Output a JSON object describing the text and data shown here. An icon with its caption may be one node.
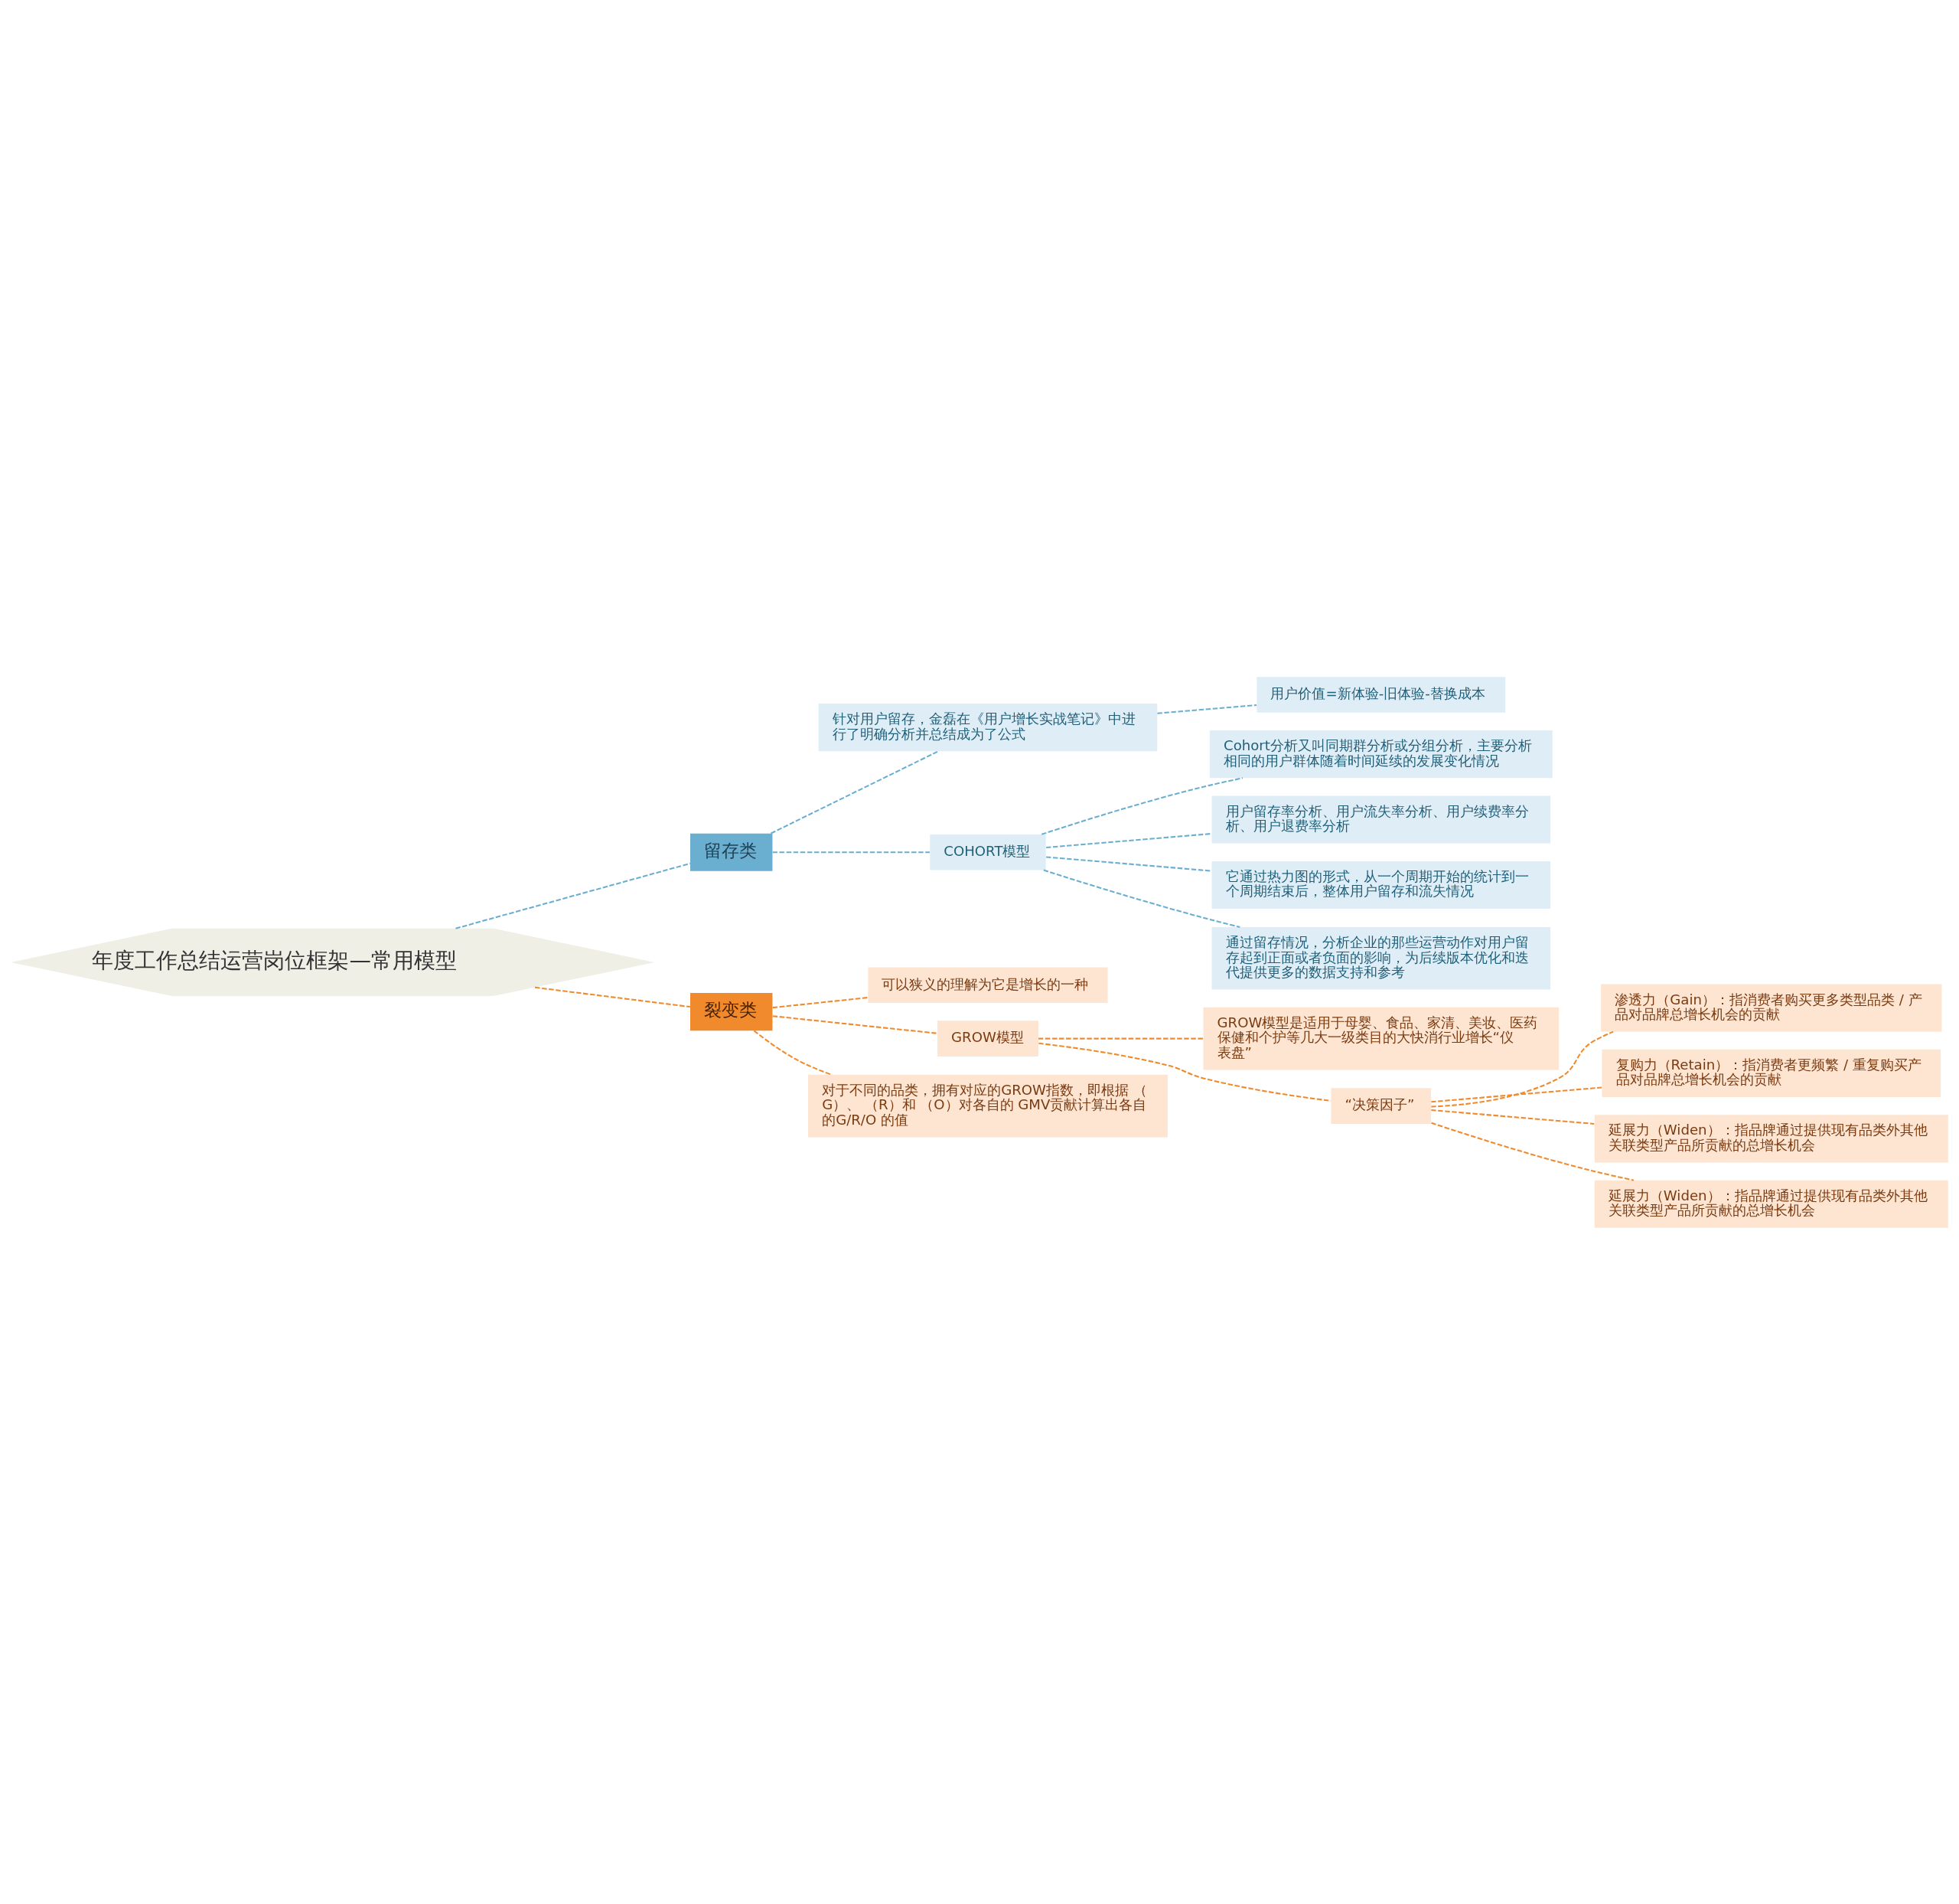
{
  "diagram": {
    "nodes": [
      {
        "text": [
          "年度工作总结运营岗位框架—常用模型"
        ]
      },
      {
        "text": [
          "留存类"
        ]
      },
      {
        "text": [
          "针对用户留存，金磊在《用户增长实战笔记》中进行了明确分析并总结成为了公式"
        ]
      },
      {
        "text": [
          "用户价值=新体验-旧体验-替换成本"
        ]
      },
      {
        "text": [
          "COHORT模型"
        ]
      },
      {
        "text": [
          "Cohort分析又叫同期群分析或分组分析，主要分析相同的用户群体随着时间延续的发展变化情况"
        ]
      },
      {
        "text": [
          "用户留存率分析、用户流失率分析、用户续费率分析、用户退费率分析"
        ]
      },
      {
        "text": [
          "它通过热力图的形式，从一个周期开始的统计到一个周期结束后，整体用户留存和流失情况"
        ]
      },
      {
        "text": [
          "通过留存情况，分析企业的那些运营动作对用户留存起到正面或者负面的影响，为后续版本优化和迭代提供更多的数据支持和参考"
        ]
      },
      {
        "text": [
          "裂变类"
        ]
      },
      {
        "text": [
          "可以狭义的理解为它是增长的一种"
        ]
      },
      {
        "text": [
          "GROW模型"
        ]
      },
      {
        "text": [
          "GROW模型是适用于母婴、食品、家清、美妆、医药保健和个护等几大一级类目的大快消行业增长“仪表盘”"
        ]
      },
      {
        "text": [
          "“决策因子”"
        ]
      },
      {
        "text": [
          "渗透力（Gain）：指消费者购买更多类型品类 / 产品对品牌总增长机会的贡献"
        ]
      },
      {
        "text": [
          "复购力（Retain）：指消费者更频繁 / 重复购买产品对品牌总增长机会的贡献"
        ]
      },
      {
        "text": [
          "延展力（Widen）：指品牌通过提供现有品类外其他关联类型产品所贡献的总增长机会"
        ]
      },
      {
        "text": [
          "延展力（Widen）：指品牌通过提供现有品类外其他关联类型产品所贡献的总增长机会"
        ]
      },
      {
        "text": [
          "对于不同的品类，拥有对应的GROW指数，即根据 （G）、 （R）和 （O）对各自的 GMV贡献计算出各自的G/R/O 的值"
        ]
      }
    ],
    "edges": [
      {
        "from": 0,
        "to": 1,
        "arrow": "none",
        "style": "dashed",
        "color": "#6aaed0"
      },
      {
        "from": 1,
        "to": 2,
        "arrow": "none",
        "style": "dashed",
        "color": "#6aaed0"
      },
      {
        "from": 2,
        "to": 3,
        "arrow": "none",
        "style": "dashed",
        "color": "#6aaed0"
      },
      {
        "from": 1,
        "to": 4,
        "arrow": "none",
        "style": "dashed",
        "color": "#6aaed0"
      },
      {
        "from": 4,
        "to": 5,
        "arrow": "none",
        "style": "dashed",
        "color": "#6aaed0"
      },
      {
        "from": 4,
        "to": 6,
        "arrow": "none",
        "style": "dashed",
        "color": "#6aaed0"
      },
      {
        "from": 4,
        "to": 7,
        "arrow": "none",
        "style": "dashed",
        "color": "#6aaed0"
      },
      {
        "from": 4,
        "to": 8,
        "arrow": "none",
        "style": "dashed",
        "color": "#6aaed0"
      },
      {
        "from": 0,
        "to": 9,
        "arrow": "none",
        "style": "dashed",
        "color": "#f08a2c"
      },
      {
        "from": 9,
        "to": 10,
        "arrow": "none",
        "style": "dashed",
        "color": "#f08a2c"
      },
      {
        "from": 9,
        "to": 11,
        "arrow": "none",
        "style": "dashed",
        "color": "#f08a2c"
      },
      {
        "from": 11,
        "to": 12,
        "arrow": "none",
        "style": "dashed",
        "color": "#f08a2c"
      },
      {
        "from": 11,
        "to": 13,
        "arrow": "none",
        "style": "dashed",
        "color": "#f08a2c"
      },
      {
        "from": 13,
        "to": 14,
        "arrow": "none",
        "style": "dashed",
        "color": "#f08a2c"
      },
      {
        "from": 13,
        "to": 15,
        "arrow": "none",
        "style": "dashed",
        "color": "#f08a2c"
      },
      {
        "from": 13,
        "to": 16,
        "arrow": "none",
        "style": "dashed",
        "color": "#f08a2c"
      },
      {
        "from": 13,
        "to": 17,
        "arrow": "none",
        "style": "dashed",
        "color": "#f08a2c"
      },
      {
        "from": 9,
        "to": 18,
        "arrow": "none",
        "style": "dashed",
        "color": "#f08a2c"
      }
    ]
  }
}
